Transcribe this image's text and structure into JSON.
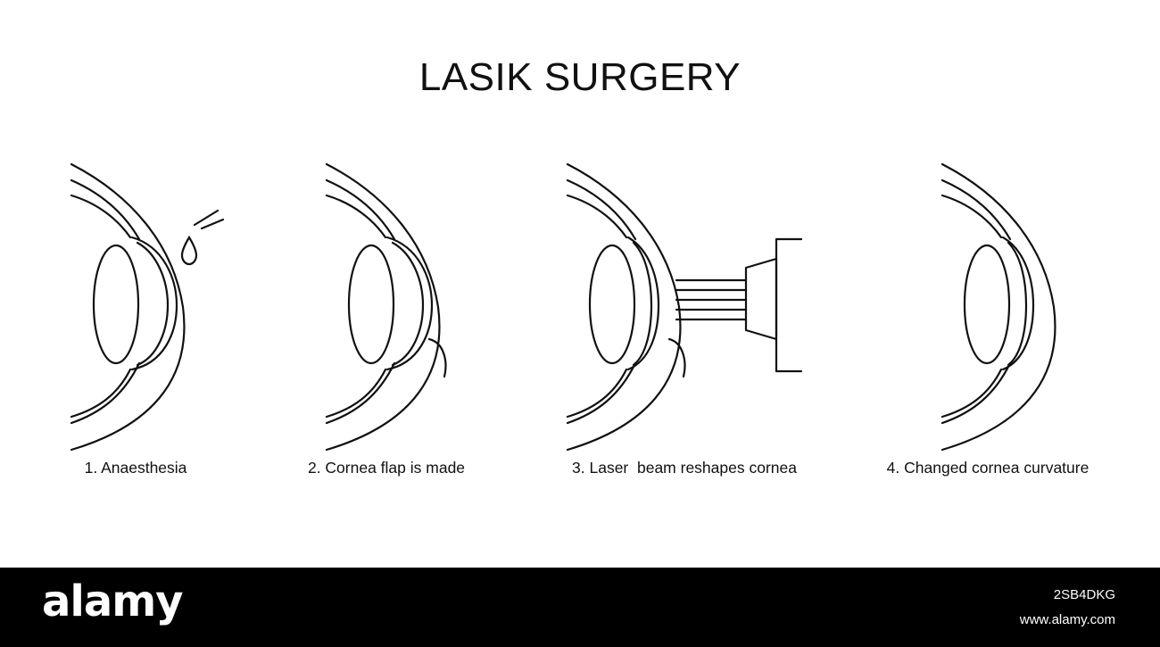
{
  "title": "LASIK SURGERY",
  "colors": {
    "stroke": "#111111",
    "background": "#ffffff",
    "footer": "#000000",
    "footer_text": "#ffffff"
  },
  "steps": [
    {
      "label": "1. Anaesthesia",
      "icon": "eye-with-drop-icon"
    },
    {
      "label": "2. Cornea flap is made",
      "icon": "eye-with-flap-icon"
    },
    {
      "label": "3. Laser  beam reshapes cornea",
      "icon": "eye-with-laser-icon"
    },
    {
      "label": "4. Changed cornea curvature",
      "icon": "eye-reshaped-icon"
    }
  ],
  "watermark": {
    "brand": "alamy",
    "code": "2SB4DKG",
    "site": "www.alamy.com"
  }
}
